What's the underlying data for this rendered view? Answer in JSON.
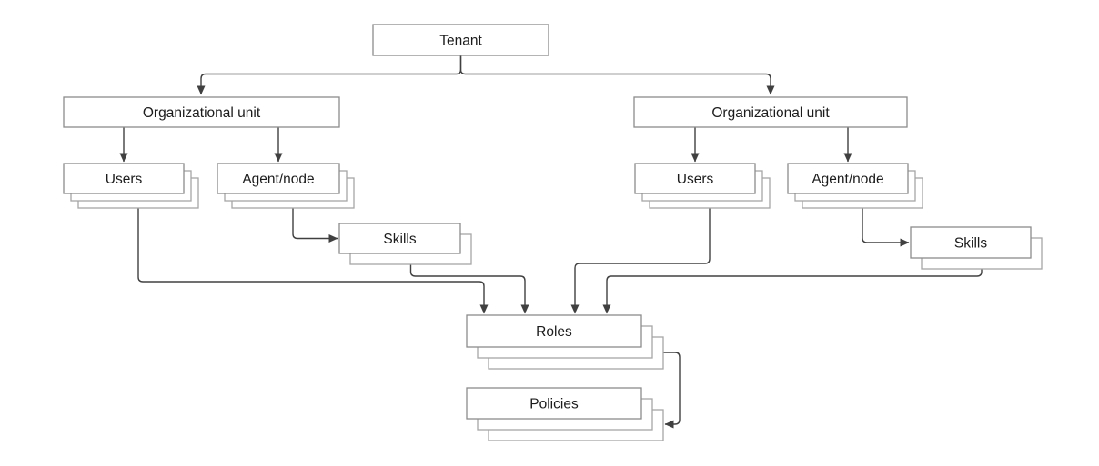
{
  "diagram": {
    "type": "hierarchy-flowchart",
    "colors": {
      "line_color": "#404040",
      "box_border": "#8c8c8c",
      "stack_border": "#a6a6a6",
      "box_fill": "#ffffff",
      "text_color": "#1c1c1c",
      "bg": "#ffffff"
    },
    "nodes": {
      "tenant": {
        "label": "Tenant",
        "stacked": false
      },
      "org_unit_left": {
        "label": "Organizational unit",
        "stacked": false
      },
      "org_unit_right": {
        "label": "Organizational unit",
        "stacked": false
      },
      "users_left": {
        "label": "Users",
        "stacked": true
      },
      "agent_left": {
        "label": "Agent/node",
        "stacked": true
      },
      "skills_left": {
        "label": "Skills",
        "stacked": true
      },
      "users_right": {
        "label": "Users",
        "stacked": true
      },
      "agent_right": {
        "label": "Agent/node",
        "stacked": true
      },
      "skills_right": {
        "label": "Skills",
        "stacked": true
      },
      "roles": {
        "label": "Roles",
        "stacked": true
      },
      "policies": {
        "label": "Policies",
        "stacked": true
      }
    },
    "edges": [
      {
        "from": "tenant",
        "to": "org_unit_left"
      },
      {
        "from": "tenant",
        "to": "org_unit_right"
      },
      {
        "from": "org_unit_left",
        "to": "users_left"
      },
      {
        "from": "org_unit_left",
        "to": "agent_left"
      },
      {
        "from": "agent_left",
        "to": "skills_left"
      },
      {
        "from": "org_unit_right",
        "to": "users_right"
      },
      {
        "from": "org_unit_right",
        "to": "agent_right"
      },
      {
        "from": "agent_right",
        "to": "skills_right"
      },
      {
        "from": "users_left",
        "to": "roles"
      },
      {
        "from": "skills_left",
        "to": "roles"
      },
      {
        "from": "users_right",
        "to": "roles"
      },
      {
        "from": "skills_right",
        "to": "roles"
      },
      {
        "from": "roles",
        "to": "policies"
      }
    ]
  }
}
